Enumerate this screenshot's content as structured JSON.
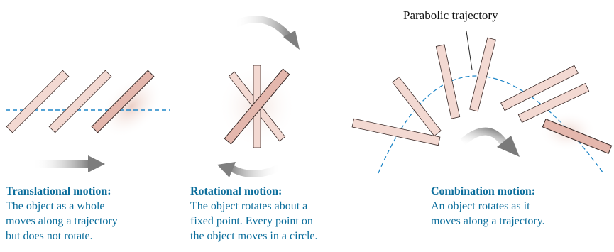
{
  "annotation": "Parabolic trajectory",
  "captions": [
    {
      "heading": "Translational motion:",
      "lines": [
        "The object as a whole",
        "moves along a trajectory",
        "but does not rotate."
      ]
    },
    {
      "heading": "Rotational motion:",
      "lines": [
        "The object rotates about a",
        "fixed point. Every point on",
        "the object moves in a circle."
      ]
    },
    {
      "heading": "Combination motion:",
      "lines": [
        "An object rotates as it",
        "moves along a trajectory."
      ]
    }
  ],
  "colors": {
    "caption": "#0c6e9c",
    "stick_fill": "#f3d9d2",
    "stick_final": "#e4b7ad",
    "stick_stroke": "#3a2a28",
    "trajectory": "#1f86c7",
    "arrow": "#8a8a8a"
  },
  "icons": [
    "motion-arrow-icon",
    "rotation-arrow-icon"
  ]
}
